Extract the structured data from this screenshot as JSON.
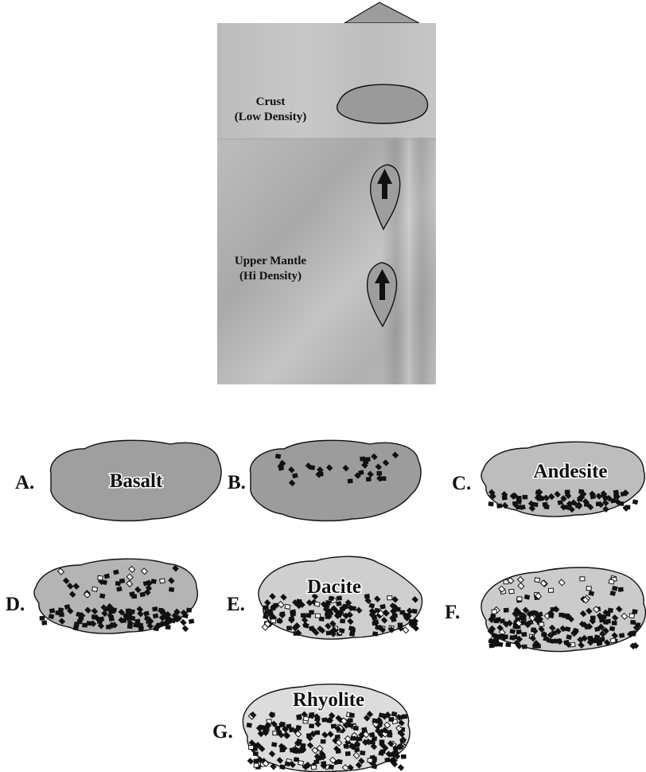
{
  "cross_section": {
    "crust_label": "Crust",
    "crust_density": "(Low Density)",
    "mantle_label": "Upper Mantle",
    "mantle_density": "(Hi Density)",
    "colors": {
      "crust": "#c2c2c2",
      "mantle": "#b2b2b2",
      "magma": "#9a9a9a",
      "volcano": "#9d9d9d",
      "outline": "#111111"
    }
  },
  "stages": [
    {
      "id": "A",
      "label": "A.",
      "rock": "Basalt",
      "fill": "#9f9f9f",
      "crystal_density": 0.0
    },
    {
      "id": "B",
      "label": "B.",
      "rock": "",
      "fill": "#9c9c9c",
      "crystal_density": 0.1
    },
    {
      "id": "C",
      "label": "C.",
      "rock": "Andesite",
      "fill": "#bdbdbd",
      "crystal_density": 0.25
    },
    {
      "id": "D",
      "label": "D.",
      "rock": "",
      "fill": "#b4b4b4",
      "crystal_density": 0.35
    },
    {
      "id": "E",
      "label": "E.",
      "rock": "Dacite",
      "fill": "#cfcfcf",
      "crystal_density": 0.5
    },
    {
      "id": "F",
      "label": "F.",
      "rock": "",
      "fill": "#cbcbcb",
      "crystal_density": 0.6
    },
    {
      "id": "G",
      "label": "G.",
      "rock": "Rhyolite",
      "fill": "#dcdcdc",
      "crystal_density": 0.75
    }
  ]
}
